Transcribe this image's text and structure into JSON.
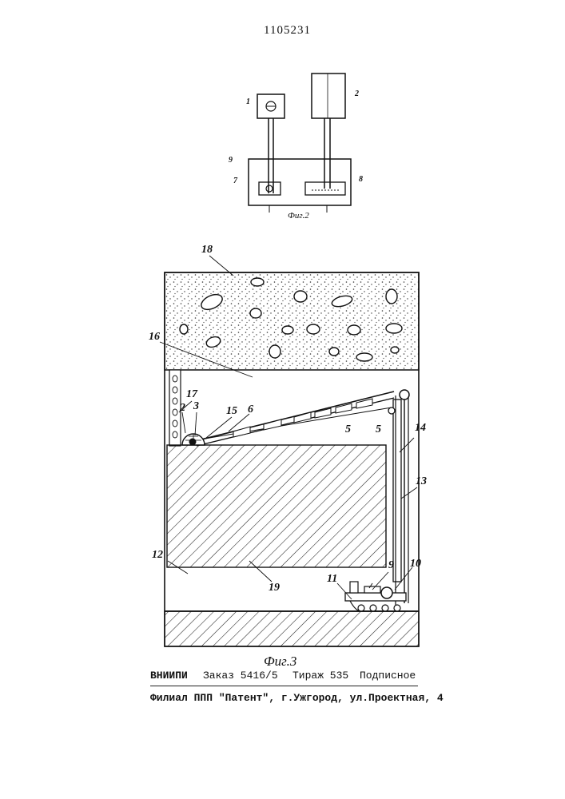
{
  "header": {
    "patent_number": "1105231"
  },
  "fig2": {
    "caption": "Фиг.2",
    "labels": [
      "1",
      "2",
      "9",
      "7",
      "8"
    ]
  },
  "fig3": {
    "caption": "Фиг.3",
    "labels": [
      "18",
      "16",
      "17",
      "2",
      "3",
      "15",
      "6",
      "5",
      "5",
      "14",
      "13",
      "12",
      "19",
      "9",
      "10",
      "11"
    ]
  },
  "footer": {
    "org": "ВНИИПИ",
    "order": "Заказ 5416/5",
    "circulation": "Тираж 535",
    "subscription": "Подписное",
    "branch": "Филиал ППП \"Патент\", г.Ужгород, ул.Проектная, 4"
  }
}
